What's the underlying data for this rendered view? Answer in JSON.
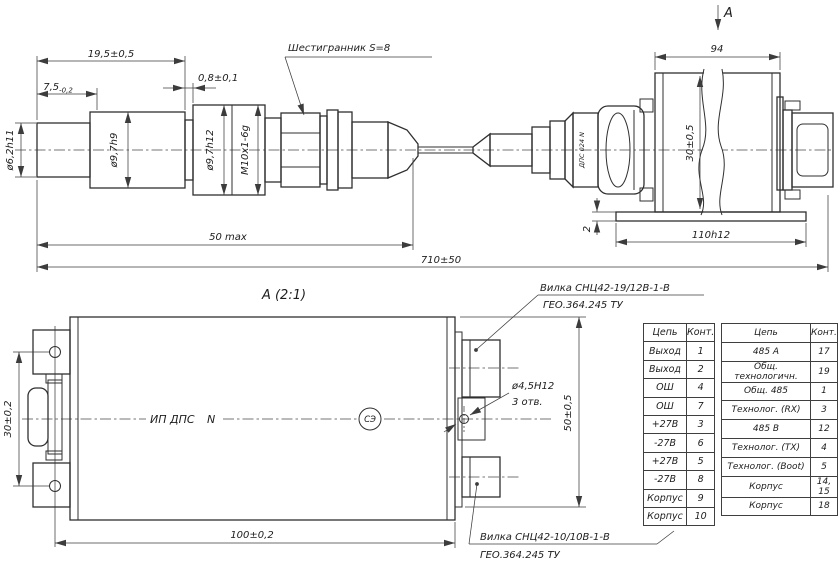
{
  "top_view": {
    "dims": {
      "d19_5": "19,5±0,5",
      "d7_5_main": "7,5",
      "d7_5_tol": "-0,2",
      "d0_8": "0,8±0,1",
      "dia6_2": "ø6,2h11",
      "dia9_7h9": "ø9,7h9",
      "dia9_7h12": "ø9,7h12",
      "thread": "M10x1-6g",
      "hex_label": "Шестигранник S=8",
      "d50max": "50 max",
      "d710": "710±50",
      "d94": "94",
      "d30_05": "30±0,5",
      "d110": "110h12",
      "d2": "2",
      "view_label": "А",
      "marking": "ДПС 024 N"
    }
  },
  "detail_view": {
    "title": "А (2:1)",
    "marking_left": "ИП ДПС",
    "marking_n": "N",
    "logo": "СЭ",
    "dims": {
      "d30_02": "30±0,2",
      "d100": "100±0,2",
      "d50_05": "50±0,5",
      "hole_dia": "ø4,5H12",
      "hole_count": "3 отв."
    },
    "plug_top": {
      "line1": "Вилка СНЦ42-19/12В-1-В",
      "line2": "ГЕО.364.245 ТУ"
    },
    "plug_bottom": {
      "line1": "Вилка СНЦ42-10/10В-1-В",
      "line2": "ГЕО.364.245 ТУ"
    }
  },
  "tables": {
    "left": {
      "headers": [
        "Цепь",
        "Конт."
      ],
      "rows": [
        [
          "Выход",
          "1"
        ],
        [
          "Выход",
          "2"
        ],
        [
          "ОШ",
          "4"
        ],
        [
          "ОШ",
          "7"
        ],
        [
          "+27В",
          "3"
        ],
        [
          "-27В",
          "6"
        ],
        [
          "+27В",
          "5"
        ],
        [
          "-27В",
          "8"
        ],
        [
          "Корпус",
          "9"
        ],
        [
          "Корпус",
          "10"
        ]
      ]
    },
    "right": {
      "headers": [
        "Цепь",
        "Конт."
      ],
      "rows": [
        [
          "485 А",
          "17"
        ],
        [
          "Общ. технологичн.",
          "19"
        ],
        [
          "Общ. 485",
          "1"
        ],
        [
          "Технолог. (RX)",
          "3"
        ],
        [
          "485 В",
          "12"
        ],
        [
          "Технолог. (TX)",
          "4"
        ],
        [
          "Технолог. (Boot)",
          "5"
        ],
        [
          "Корпус",
          "14, 15"
        ],
        [
          "Корпус",
          "18"
        ]
      ]
    }
  },
  "colors": {
    "line": "#2f2f2f",
    "thin_line": "#3c3c3c",
    "text": "#1d1d1d",
    "background": "#ffffff"
  }
}
